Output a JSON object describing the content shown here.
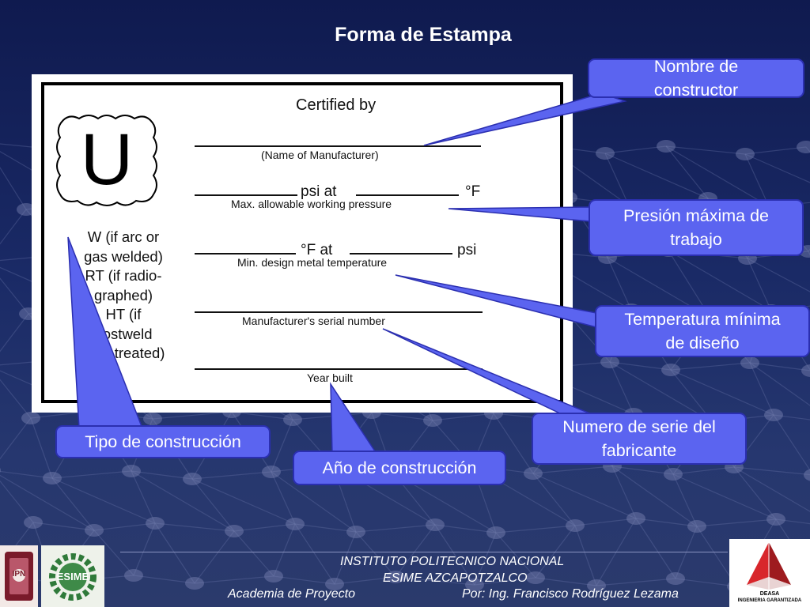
{
  "slide": {
    "title": "Forma de Estampa"
  },
  "stamp": {
    "certified_by": "Certified by",
    "stamp_letter": "U",
    "name_caption": "(Name of Manufacturer)",
    "pressure_psi": "psi at",
    "pressure_unit": "°F",
    "pressure_caption": "Max. allowable working pressure",
    "temp_unit": "°F at",
    "temp_psi": "psi",
    "temp_caption": "Min. design metal temperature",
    "serial_caption": "Manufacturer's serial number",
    "year_caption": "Year built",
    "weld_lines": [
      "W (if arc or",
      "gas welded)",
      "RT (if radio-",
      "graphed)",
      "HT (if",
      "postweld",
      "heat treated)"
    ]
  },
  "callouts": {
    "manufacturer": [
      "Nombre de",
      "constructor"
    ],
    "pressure": [
      "Presión máxima de",
      "trabajo"
    ],
    "temperature": [
      "Temperatura mínima",
      "de diseño"
    ],
    "serial": [
      "Numero de serie del",
      "fabricante"
    ],
    "construction_type": "Tipo de construcción",
    "year": "Año de construcción"
  },
  "footer": {
    "institute": "INSTITUTO POLITECNICO NACIONAL",
    "school": "ESIME AZCAPOTZALCO",
    "academy": "Academia de Proyecto",
    "author": "Por: Ing. Francisco Rodríguez Lezama"
  },
  "logos": {
    "left_1": "IPN",
    "left_2": "ESIME",
    "right_name": "DEASA",
    "right_tagline": "INGENIERIA GARANTIZADA"
  },
  "colors": {
    "callout_fill": "#5b64f0",
    "callout_border": "#2b2fb0",
    "background": "#1a2a66"
  }
}
